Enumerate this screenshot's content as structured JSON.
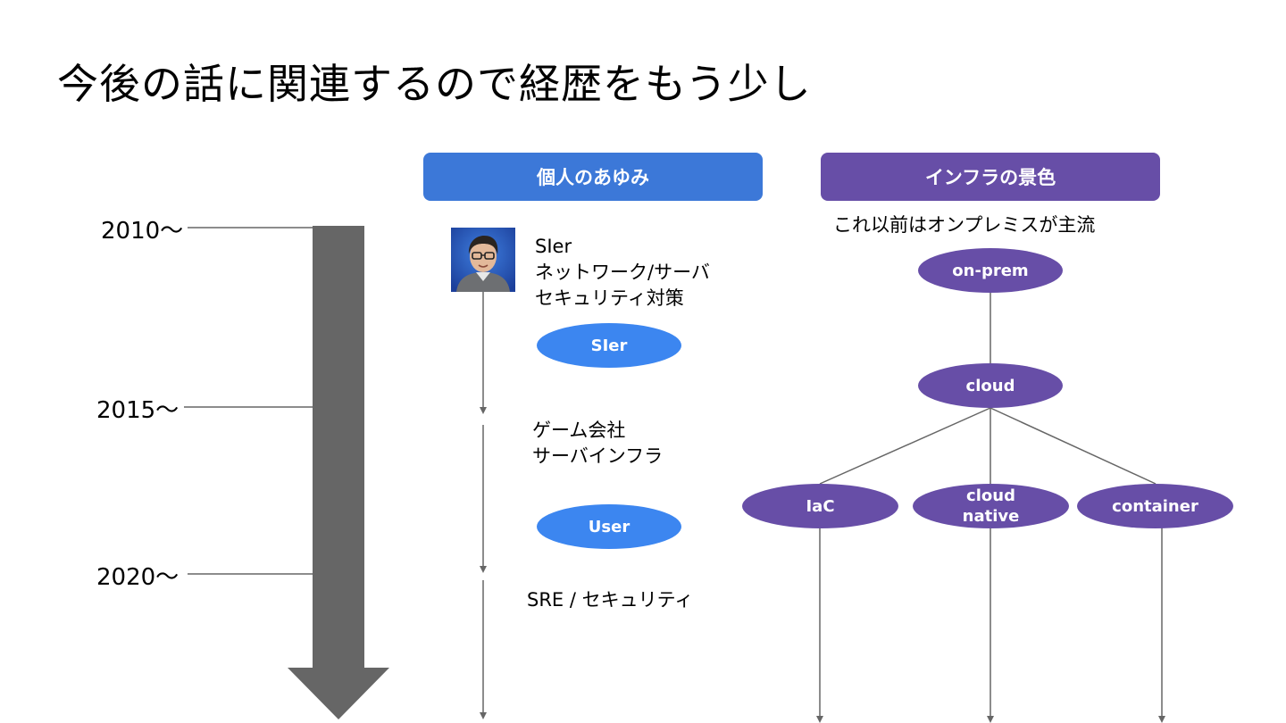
{
  "title": "今後の話に関連するので経歴をもう少し",
  "timeline": {
    "years": [
      "2010〜",
      "2015〜",
      "2020〜"
    ]
  },
  "personal": {
    "header": "個人のあゆみ",
    "block1_lines": [
      "SIer",
      "ネットワーク/サーバ",
      "セキュリティ対策"
    ],
    "badge1": "SIer",
    "block2_lines": [
      "ゲーム会社",
      "サーバインフラ"
    ],
    "badge2": "User",
    "block3": "SRE / セキュリティ"
  },
  "infra": {
    "header": "インフラの景色",
    "note": "これ以前はオンプレミスが主流",
    "nodes": {
      "onprem": "on-prem",
      "cloud": "cloud",
      "iac": "IaC",
      "cloud_native_line1": "cloud",
      "cloud_native_line2": "native",
      "container": "container"
    }
  },
  "colors": {
    "blue_header": "#3c78d8",
    "blue_badge": "#3c86f0",
    "purple": "#674ea7",
    "arrow": "#666666"
  }
}
